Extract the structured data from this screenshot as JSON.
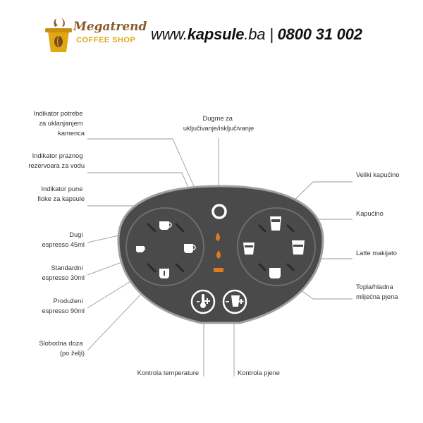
{
  "header": {
    "brand_name": "Megatrend",
    "brand_sub": "COFFEE SHOP",
    "web_prefix": "www.",
    "web_main": "kapsule",
    "web_suffix": ".ba",
    "separator": " | ",
    "phone": "0800 31 002"
  },
  "labels": {
    "descaling_indicator": [
      "Indikator potrebe",
      "za uklanjanjem",
      "kamenca"
    ],
    "empty_tank_indicator": [
      "Indikator praznog",
      "rezervoara za vodu"
    ],
    "full_drawer_indicator": [
      "Indikator pune",
      "fioke za kapsule"
    ],
    "long_espresso": [
      "Dugi",
      "espresso 45ml"
    ],
    "standard_espresso": [
      "Standardni",
      "espresso 30ml"
    ],
    "extended_espresso": [
      "Produženi",
      "espresso 90ml"
    ],
    "free_dose": [
      "Slobodna doza",
      "(po želji)"
    ],
    "power_button": [
      "Dugme za",
      "uključivanje/isključivanje"
    ],
    "large_cappuccino": [
      "Veliki kapućino"
    ],
    "cappuccino": [
      "Kapućino"
    ],
    "latte_macchiato": [
      "Latte makijato"
    ],
    "milk_foam": [
      "Topla/hladna",
      "mlijećna pjena"
    ],
    "temperature_control": [
      "Kontrola temperature"
    ],
    "foam_control": [
      "Kontrola pjene"
    ]
  },
  "colors": {
    "panel": "#4a4a4a",
    "panel_border": "#a0a0a0",
    "button_white": "#ffffff",
    "accent_orange": "#e07b22",
    "logo_brown": "#8a5a2b",
    "logo_gold": "#e0a817",
    "leader_line": "#9a9a9a"
  },
  "icons": {
    "power": "power-ring-icon",
    "drop": "water-drop-icon",
    "drawer": "capsule-drawer-icon",
    "cup": "cup-icon",
    "glass": "glass-icon",
    "thermometer": "thermometer-icon"
  }
}
